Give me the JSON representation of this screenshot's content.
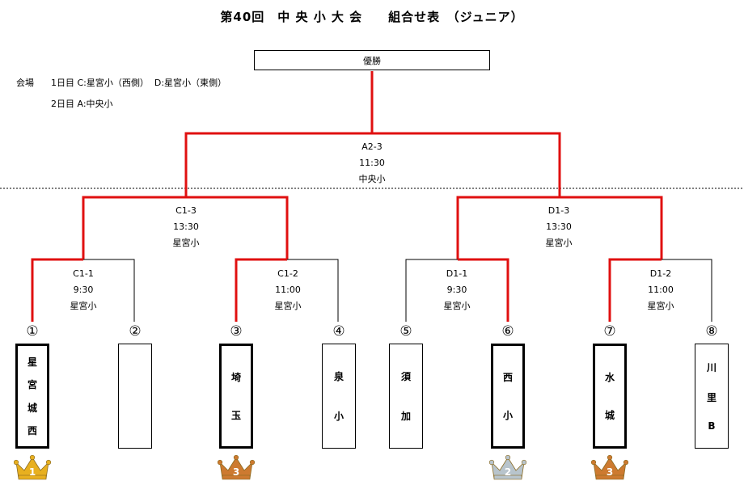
{
  "title": "第40回　中 央 小 大 会　　組合せ表　（ジュニア）",
  "venue": {
    "label": "会場",
    "day1": "1日目 C:星宮小（西側）  D:星宮小（東側）",
    "day2": "2日目 A:中央小"
  },
  "champion_label": "優勝",
  "final": {
    "id": "A2-3",
    "time": "11:30",
    "place": "中央小"
  },
  "semis": [
    {
      "id": "C1-3",
      "time": "13:30",
      "place": "星宮小"
    },
    {
      "id": "D1-3",
      "time": "13:30",
      "place": "星宮小"
    }
  ],
  "firsts": [
    {
      "id": "C1-1",
      "time": "9:30",
      "place": "星宮小"
    },
    {
      "id": "C1-2",
      "time": "11:00",
      "place": "星宮小"
    },
    {
      "id": "D1-1",
      "time": "9:30",
      "place": "星宮小"
    },
    {
      "id": "D1-2",
      "time": "11:00",
      "place": "星宮小"
    }
  ],
  "teams": [
    {
      "seed": "①",
      "chars": [
        "星",
        "宮",
        "城",
        "西"
      ],
      "winner": true,
      "place": "1"
    },
    {
      "seed": "②",
      "chars": [],
      "winner": false
    },
    {
      "seed": "③",
      "chars": [
        "埼",
        "玉"
      ],
      "winner": true,
      "place": "3"
    },
    {
      "seed": "④",
      "chars": [
        "泉",
        "小"
      ],
      "winner": false
    },
    {
      "seed": "⑤",
      "chars": [
        "須",
        "加"
      ],
      "winner": false
    },
    {
      "seed": "⑥",
      "chars": [
        "西",
        "小"
      ],
      "winner": true,
      "place": "2"
    },
    {
      "seed": "⑦",
      "chars": [
        "水",
        "城"
      ],
      "winner": true,
      "place": "3"
    },
    {
      "seed": "⑧",
      "chars": [
        "川",
        "里",
        "B"
      ],
      "winner": false
    }
  ],
  "colors": {
    "winner_line": "#e01010",
    "line": "#000000",
    "gold": "#e8b020",
    "silver": "#b8c4cc",
    "bronze": "#cd7a30"
  }
}
